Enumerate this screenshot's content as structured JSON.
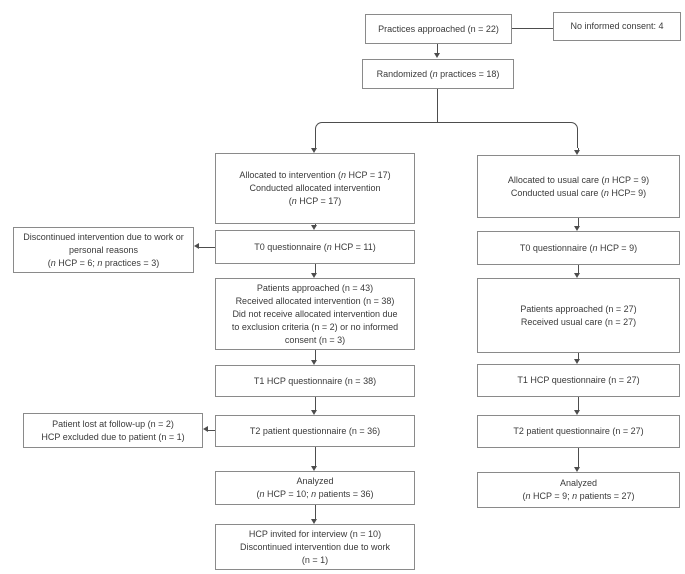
{
  "figure": {
    "type": "study-flow-diagram",
    "arms": [
      "intervention",
      "usual care"
    ]
  },
  "colors": {
    "box_border": "#8a8a8a",
    "line": "#4d4d4d",
    "text": "#3a3a3a",
    "background": "#ffffff"
  },
  "boxes": {
    "practices_approached": {
      "lines": [
        "Practices approached (n = 22)"
      ]
    },
    "no_informed_consent": {
      "lines": [
        "No informed consent: 4"
      ]
    },
    "randomized": {
      "lines": [
        "Randomized (n practices = 18)"
      ]
    },
    "allocated_intervention": {
      "lines": [
        "Allocated to intervention (n HCP = 17)",
        "Conducted allocated intervention",
        "(n HCP = 17)"
      ]
    },
    "discontinued_intervention": {
      "lines": [
        "Discontinued intervention due to work or",
        "personal reasons",
        "(n HCP = 6; n practices = 3)"
      ]
    },
    "t0_intervention": {
      "lines": [
        "T0 questionnaire (n HCP = 11)"
      ]
    },
    "patients_intervention": {
      "lines": [
        "Patients approached (n = 43)",
        "Received allocated intervention (n = 38)",
        "Did not receive allocated intervention due",
        "to exclusion criteria (n = 2) or no informed",
        "consent (n = 3)"
      ]
    },
    "t1_intervention": {
      "lines": [
        "T1 HCP questionnaire (n = 38)"
      ]
    },
    "patient_lost": {
      "lines": [
        "Patient lost at follow-up (n = 2)",
        "HCP excluded due to patient (n = 1)"
      ]
    },
    "t2_intervention": {
      "lines": [
        "T2 patient questionnaire (n = 36)"
      ]
    },
    "analyzed_intervention": {
      "lines": [
        "Analyzed",
        "(n HCP = 10; n patients = 36)"
      ]
    },
    "hcp_interview": {
      "lines": [
        "HCP invited for interview (n = 10)",
        "Discontinued intervention due to work",
        "(n = 1)"
      ]
    },
    "allocated_usual_care": {
      "lines": [
        "Allocated to usual care (n HCP = 9)",
        "Conducted usual care (n HCP= 9)"
      ]
    },
    "t0_usual_care": {
      "lines": [
        "T0 questionnaire (n HCP = 9)"
      ]
    },
    "patients_usual_care": {
      "lines": [
        "Patients approached (n = 27)",
        "Received usual care (n = 27)"
      ]
    },
    "t1_usual_care": {
      "lines": [
        "T1 HCP questionnaire (n = 27)"
      ]
    },
    "t2_usual_care": {
      "lines": [
        "T2 patient questionnaire (n = 27)"
      ]
    },
    "analyzed_usual_care": {
      "lines": [
        "Analyzed",
        "(n HCP = 9; n patients = 27)"
      ]
    }
  }
}
